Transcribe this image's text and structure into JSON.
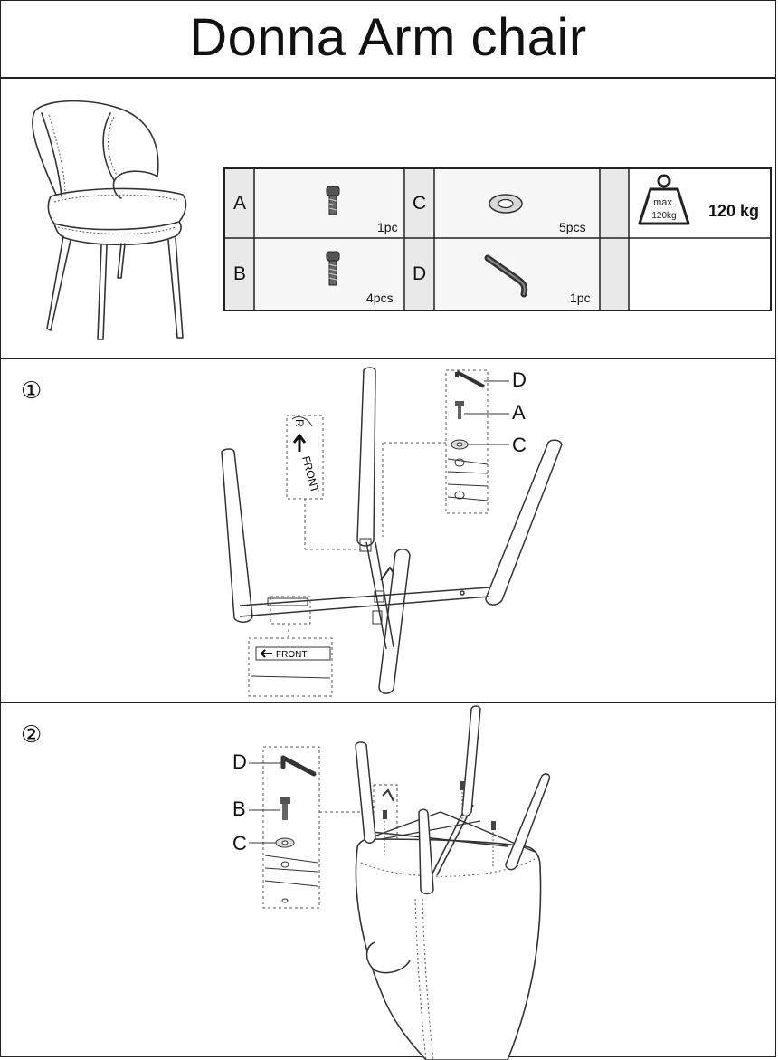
{
  "title": "Donna Arm chair",
  "parts": [
    {
      "letter": "A",
      "quantity": "1pc",
      "icon": "bolt-short-icon"
    },
    {
      "letter": "B",
      "quantity": "4pcs",
      "icon": "bolt-long-icon"
    },
    {
      "letter": "C",
      "quantity": "5pcs",
      "icon": "washer-icon"
    },
    {
      "letter": "D",
      "quantity": "1pc",
      "icon": "allen-key-icon"
    }
  ],
  "max_load": {
    "icon_text_top": "max.",
    "icon_text_bottom": "120kg",
    "label": "120 kg"
  },
  "step1": {
    "number": "①",
    "callouts": {
      "d": "D",
      "a": "A",
      "c": "C"
    },
    "front_label": "FRONT",
    "front_label_2": "FRONT",
    "marker_r": "R"
  },
  "step2": {
    "number": "②",
    "callouts": {
      "d": "D",
      "b": "B",
      "c": "C"
    }
  }
}
